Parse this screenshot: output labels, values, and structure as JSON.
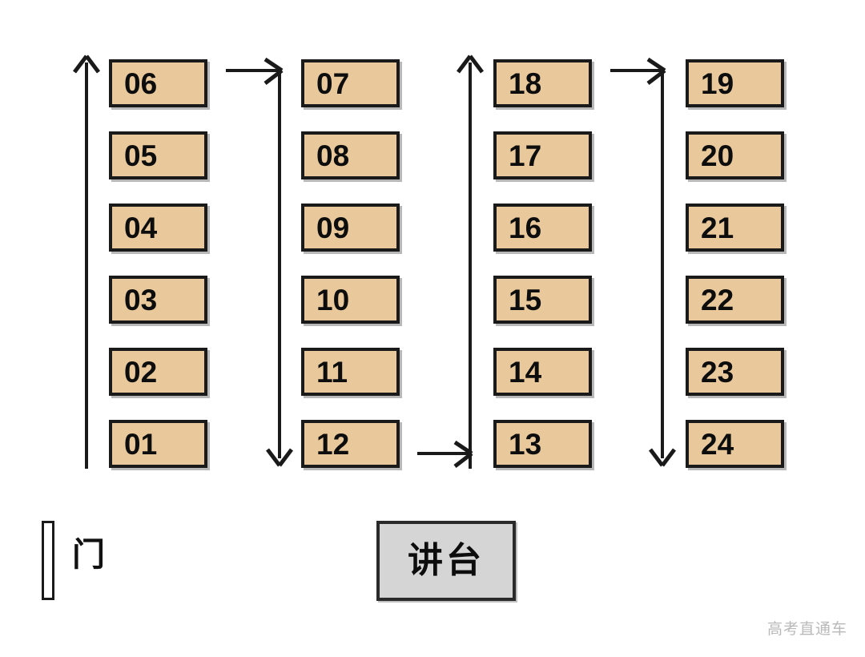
{
  "diagram": {
    "title_watermark": "高考直通车",
    "colors": {
      "seat_fill": "#e9c99c",
      "seat_border": "#1a1a1a",
      "podium_fill": "#d5d5d5",
      "podium_border": "#2a2a2a",
      "arrow": "#1a1a1a",
      "background": "#ffffff",
      "watermark": "#b9b9b9"
    },
    "columns": [
      {
        "name": "column-1",
        "order": "bottom-to-top",
        "seats": [
          "06",
          "05",
          "04",
          "03",
          "02",
          "01"
        ]
      },
      {
        "name": "column-2",
        "order": "top-to-bottom",
        "seats": [
          "07",
          "08",
          "09",
          "10",
          "11",
          "12"
        ]
      },
      {
        "name": "column-3",
        "order": "bottom-to-top",
        "seats": [
          "18",
          "17",
          "16",
          "15",
          "14",
          "13"
        ]
      },
      {
        "name": "column-4",
        "order": "top-to-bottom",
        "seats": [
          "19",
          "20",
          "21",
          "22",
          "23",
          "24"
        ]
      }
    ],
    "flow_arrows": [
      {
        "name": "arrow-up-column-1",
        "direction": "up"
      },
      {
        "name": "arrow-right-top-1-to-2",
        "direction": "right"
      },
      {
        "name": "arrow-down-column-2",
        "direction": "down"
      },
      {
        "name": "arrow-right-bottom-2-to-3",
        "direction": "right"
      },
      {
        "name": "arrow-up-column-3",
        "direction": "up"
      },
      {
        "name": "arrow-right-top-3-to-4",
        "direction": "right"
      },
      {
        "name": "arrow-down-column-4",
        "direction": "down"
      }
    ],
    "door": {
      "label": "门"
    },
    "podium": {
      "label": "讲台"
    }
  }
}
